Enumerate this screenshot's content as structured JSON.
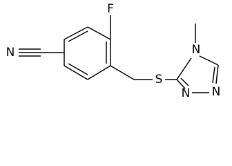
{
  "molecule": {
    "atoms": {
      "fluorine": "F",
      "nitrile_n": "N",
      "sulfur": "S",
      "n_methyl": "N",
      "triazole_n2": "N",
      "triazole_n1": "N"
    }
  }
}
